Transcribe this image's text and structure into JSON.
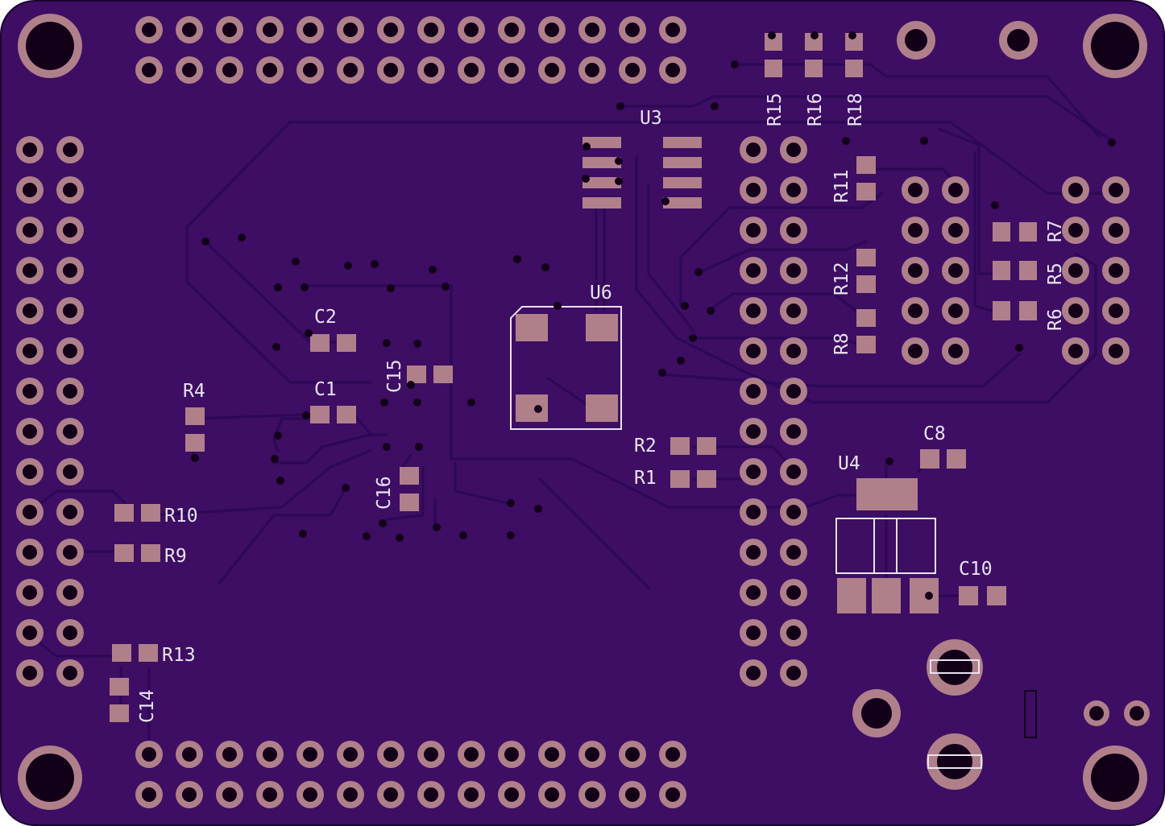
{
  "board": {
    "colors": {
      "substrate": "#3d0e63",
      "copper_pad": "#b0808a",
      "trace": "#2a0755",
      "silkscreen": "#e9e3f2",
      "drill": "#120018"
    }
  },
  "labels": {
    "U3": "U3",
    "U6": "U6",
    "U4": "U4",
    "C1": "C1",
    "C2": "C2",
    "C8": "C8",
    "C10": "C10",
    "C14": "C14",
    "C15": "C15",
    "C16": "C16",
    "R1": "R1",
    "R2": "R2",
    "R4": "R4",
    "R5": "R5",
    "R6": "R6",
    "R7": "R7",
    "R8": "R8",
    "R9": "R9",
    "R10": "R10",
    "R11": "R11",
    "R12": "R12",
    "R13": "R13",
    "R15": "R15",
    "R16": "R16",
    "R18": "R18"
  }
}
